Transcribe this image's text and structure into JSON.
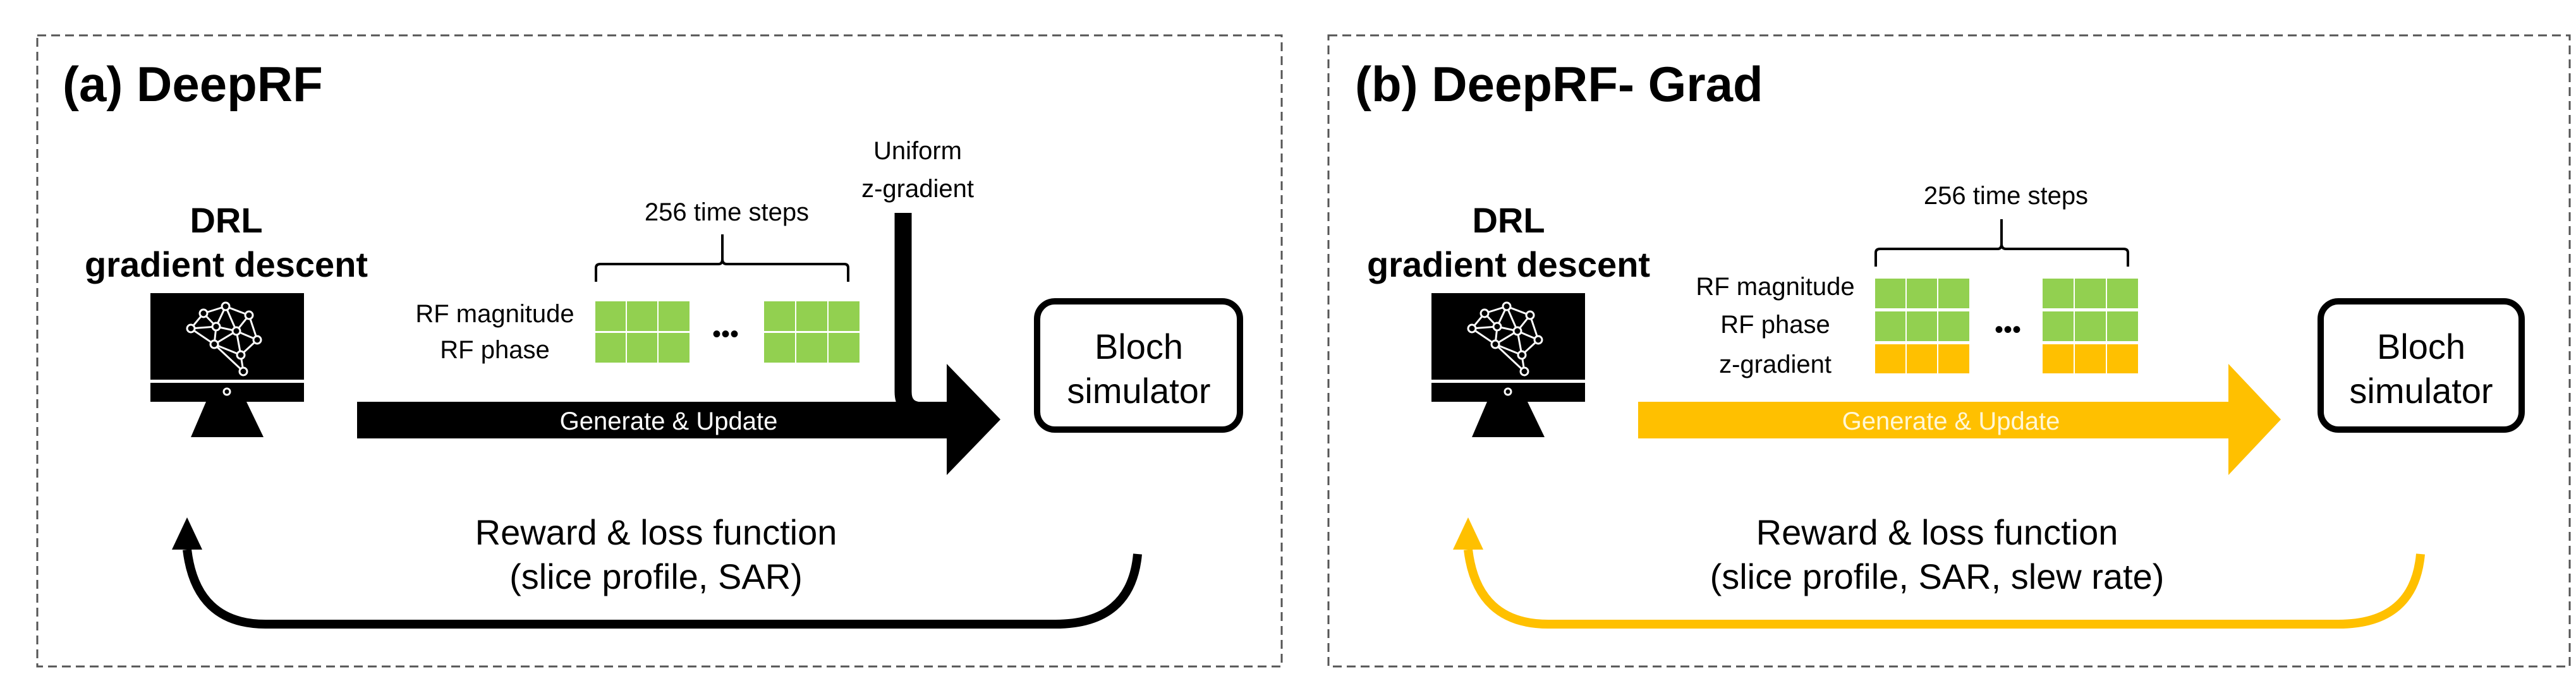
{
  "colors": {
    "rf_cell": "#92d050",
    "grad_cell": "#ffc000",
    "panel_a_arrow": "#000000",
    "panel_b_arrow": "#ffc000"
  },
  "panel_a": {
    "title": "(a) DeepRF",
    "agent_line1": "DRL",
    "agent_line2": "gradient descent",
    "agent_icon": "monitor-neural-network-icon",
    "time_steps": "256 time steps",
    "rows": [
      "RF magnitude",
      "RF phase"
    ],
    "ellipsis": "•••",
    "fixed_input_line1": "Uniform",
    "fixed_input_line2": "z-gradient",
    "arrow_label": "Generate & Update",
    "simulator_line1": "Bloch",
    "simulator_line2": "simulator",
    "feedback_line1": "Reward & loss function",
    "feedback_line2": "(slice profile, SAR)"
  },
  "panel_b": {
    "title": "(b) DeepRF- Grad",
    "agent_line1": "DRL",
    "agent_line2": "gradient descent",
    "agent_icon": "monitor-neural-network-icon",
    "time_steps": "256 time steps",
    "rows": [
      "RF magnitude",
      "RF phase",
      "z-gradient"
    ],
    "ellipsis": "•••",
    "arrow_label": "Generate & Update",
    "simulator_line1": "Bloch",
    "simulator_line2": "simulator",
    "feedback_line1": "Reward & loss function",
    "feedback_line2": "(slice profile, SAR, slew rate)"
  }
}
